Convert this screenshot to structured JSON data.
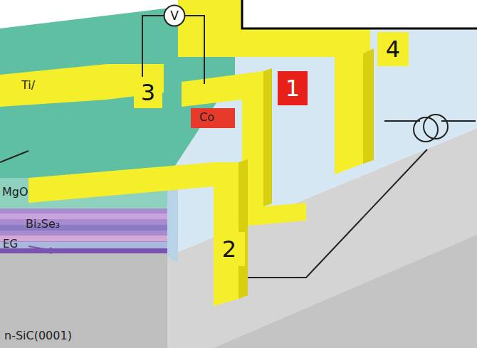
{
  "diagram": {
    "nodes": [
      {
        "text": [
          "V"
        ]
      },
      {
        "text": [
          "3"
        ]
      },
      {
        "text": [
          "1"
        ]
      },
      {
        "text": [
          "4"
        ]
      },
      {
        "text": [
          "2"
        ]
      }
    ],
    "labels": [
      "Ti/",
      "Co",
      "MgO",
      "Bi₂Se₃",
      "EG",
      "n-SiC(0001)"
    ]
  }
}
